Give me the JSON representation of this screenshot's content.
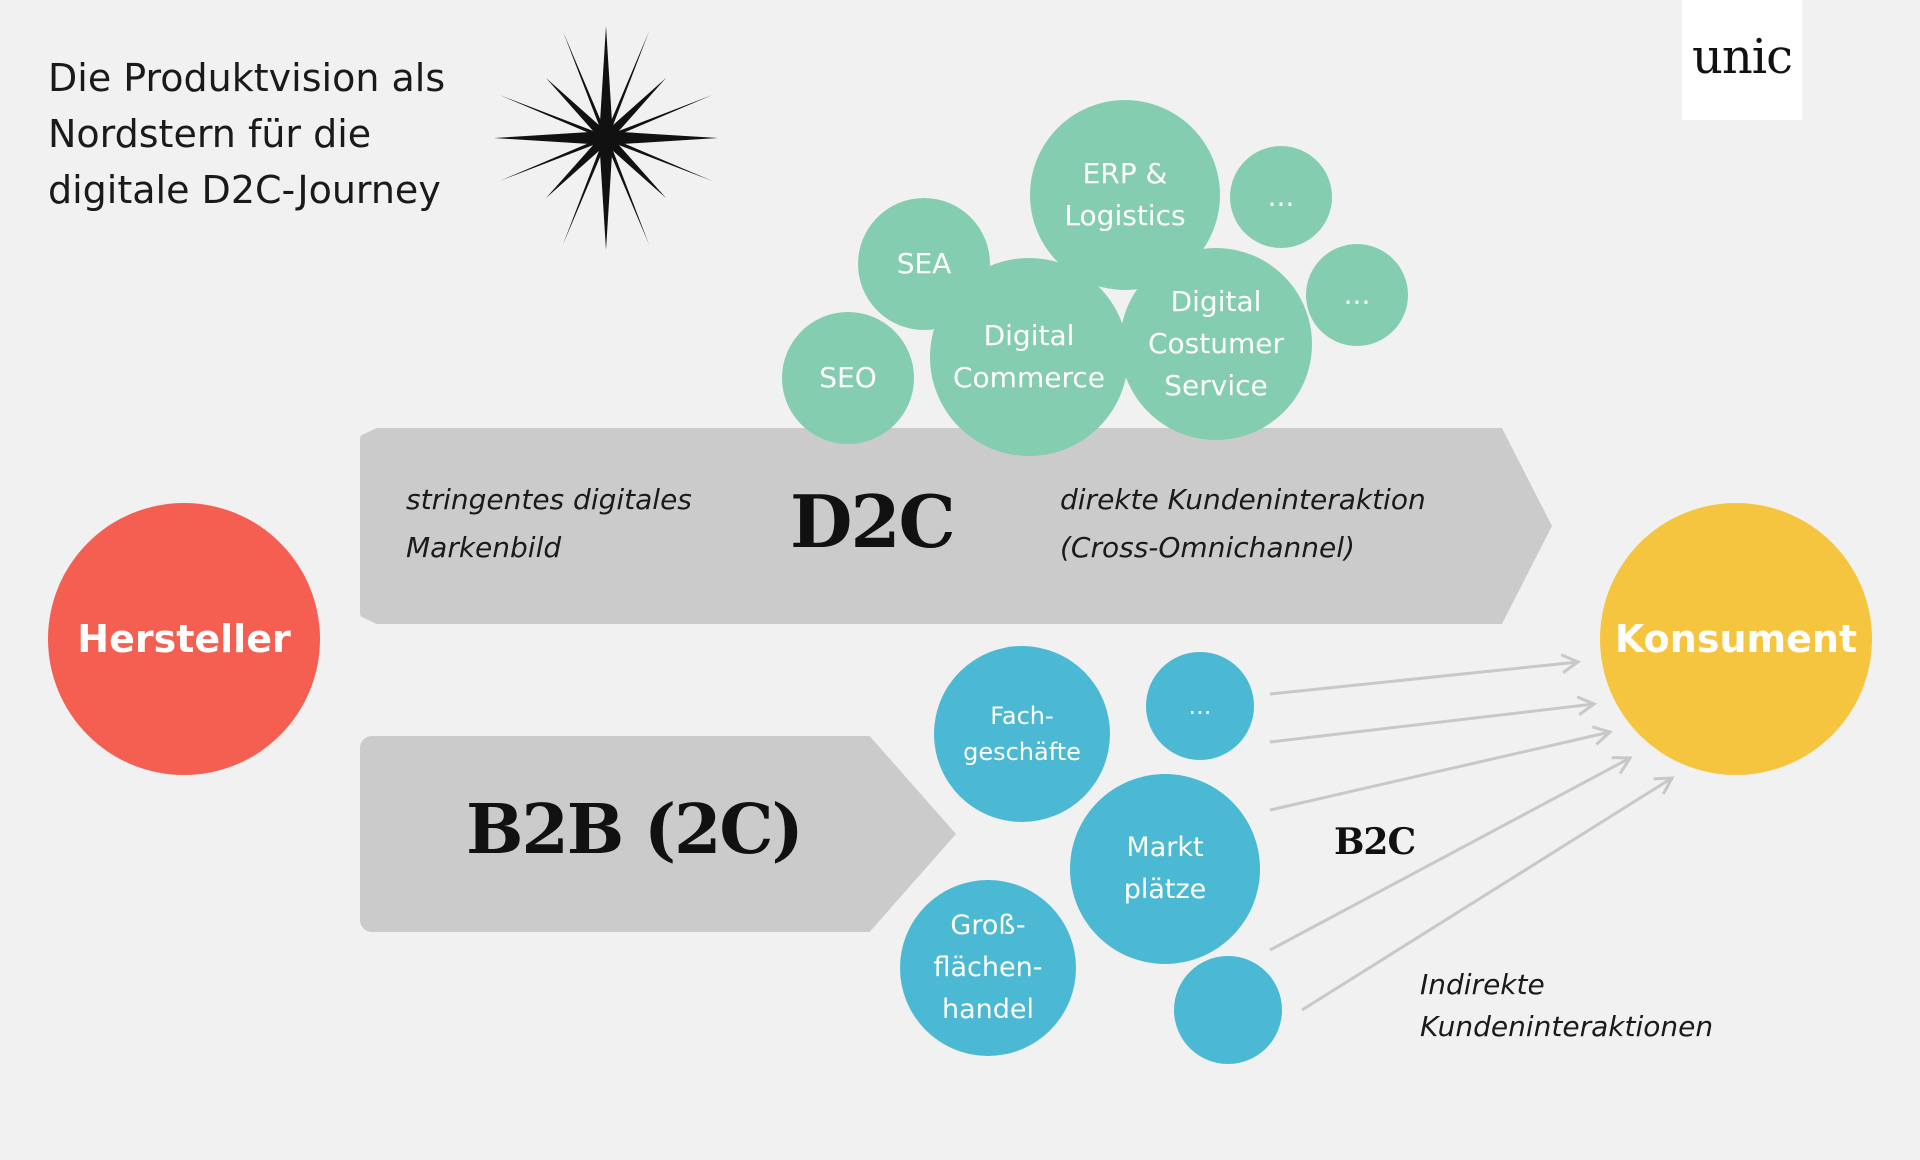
{
  "title": {
    "line1": "Die Produktvision als",
    "line2": "Nordstern für die",
    "line3": "digitale D2C-Journey"
  },
  "logo": "unic",
  "d2c": {
    "label": "D2C",
    "left_text": [
      "stringentes digitales",
      "Markenbild"
    ],
    "right_text": [
      "direkte Kundeninteraktion",
      "(Cross-Omnichannel)"
    ]
  },
  "b2b": {
    "label": "B2B (2C)"
  },
  "b2c": {
    "label": "B2C",
    "note": [
      "Indirekte",
      "Kundeninteraktionen"
    ]
  },
  "hersteller": "Hersteller",
  "konsument": "Konsument",
  "green_bubbles": {
    "erp": [
      "ERP &",
      "Logistics"
    ],
    "dots1": "...",
    "sea": "SEA",
    "commerce": [
      "Digital",
      "Commerce"
    ],
    "service": [
      "Digital",
      "Costumer",
      "Service"
    ],
    "dots2": "...",
    "seo": "SEO"
  },
  "blue_bubbles": {
    "fach": [
      "Fach-",
      "geschäfte"
    ],
    "dots": "...",
    "markt": [
      "Markt",
      "plätze"
    ],
    "gross": [
      "Groß-",
      "flächen-",
      "handel"
    ]
  },
  "colors": {
    "background": "#f1f1f1",
    "arrow": "#cbcbcb",
    "green": "#85cdb1",
    "blue": "#4bb9d3",
    "hersteller": "#f45f52",
    "konsument": "#f6c540",
    "connector_arrows": "#c8c8c8"
  }
}
